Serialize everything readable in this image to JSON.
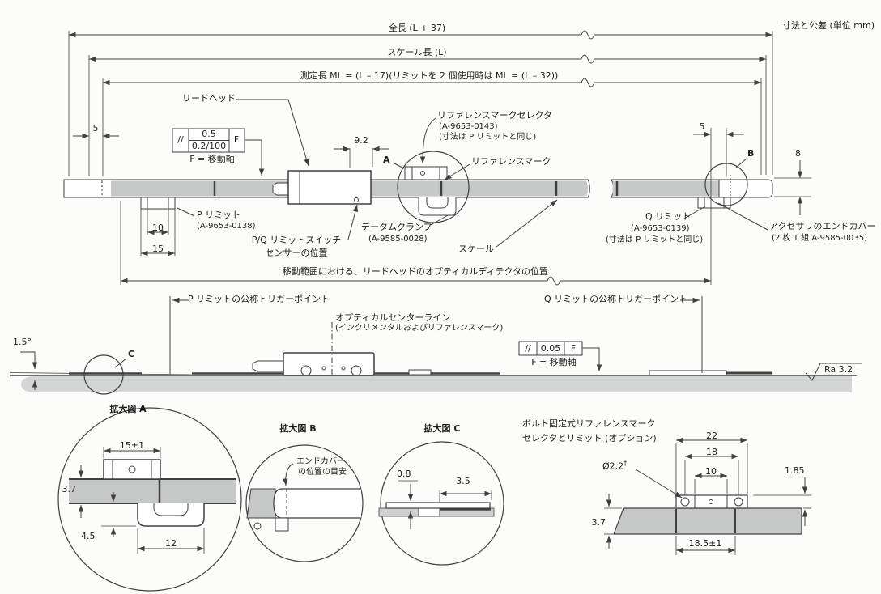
{
  "header": {
    "units_note": "寸法と公差 (単位 mm)"
  },
  "top": {
    "dim_total": "全長 (L + 37)",
    "dim_scale_len": "スケール長 (L)",
    "dim_ml": "測定長 ML = (L – 17)(リミットを 2 個使用時は ML = (L – 32))",
    "readhead": "リードヘッド",
    "dim5_left": "5",
    "tol": {
      "par": "//",
      "v1": "0.5",
      "v2": "0.2/100",
      "datum": "F",
      "note": "F = 移動軸"
    },
    "dim92": "9.2",
    "det_a": "A",
    "refsel1": "リファレンスマークセレクタ",
    "refsel2": "(A-9653-0143)",
    "refsel3": "(寸法は P リミットと同じ)",
    "refmark": "リファレンスマーク",
    "dim5_right": "5",
    "det_b": "B",
    "dim8": "8",
    "plimit1": "P リミット",
    "plimit2": "(A-9653-0138)",
    "dim10": "10",
    "dim15": "15",
    "pq1": "P/Q リミットスイッチ",
    "pq2": "センサーの位置",
    "datum1": "データムクランプ",
    "datum2": "(A-9585-0028)",
    "scale_label": "スケール",
    "qlimit1": "Q リミット",
    "qlimit2": "(A-9653-0139)",
    "qlimit3": "(寸法は P リミットと同じ)",
    "endcov1": "アクセサリのエンドカバー",
    "endcov2": "(2 枚 1 組 A-9585-0035)",
    "travel": "移動範囲における、リードヘッドのオプティカルディテクタの位置"
  },
  "side": {
    "ptrig": "P リミットの公称トリガーポイント",
    "qtrig": "Q リミットの公称トリガーポイント",
    "opt1": "オプティカルセンターライン",
    "opt2": "(インクリメンタルおよびリファレンスマーク)",
    "angle": "1.5°",
    "det_c": "C",
    "tol": {
      "par": "//",
      "v": "0.05",
      "datum": "F",
      "note": "F = 移動軸"
    },
    "ra": "Ra 3.2"
  },
  "details": {
    "a": {
      "title": "拡大図 A",
      "d15": "15±1",
      "d37": "3.7",
      "d45": "4.5",
      "d12": "12"
    },
    "b": {
      "title": "拡大図 B",
      "note1": "エンドカバー",
      "note2": "の位置の目安"
    },
    "c": {
      "title": "拡大図 C",
      "d08": "0.8",
      "d35": "3.5"
    },
    "bolt": {
      "title1": "ボルト固定式リファレンスマーク",
      "title2": "セレクタとリミット (オプション)",
      "d22": "22",
      "d18": "18",
      "d10": "10",
      "dia": "Ø2.2",
      "dia_sup": "†",
      "d185": "1.85",
      "d37": "3.7",
      "d185b": "18.5±1"
    }
  },
  "colors": {
    "band": "#c6c8c7",
    "substrate": "#d4d6d5",
    "line": "#3f3f3f"
  }
}
